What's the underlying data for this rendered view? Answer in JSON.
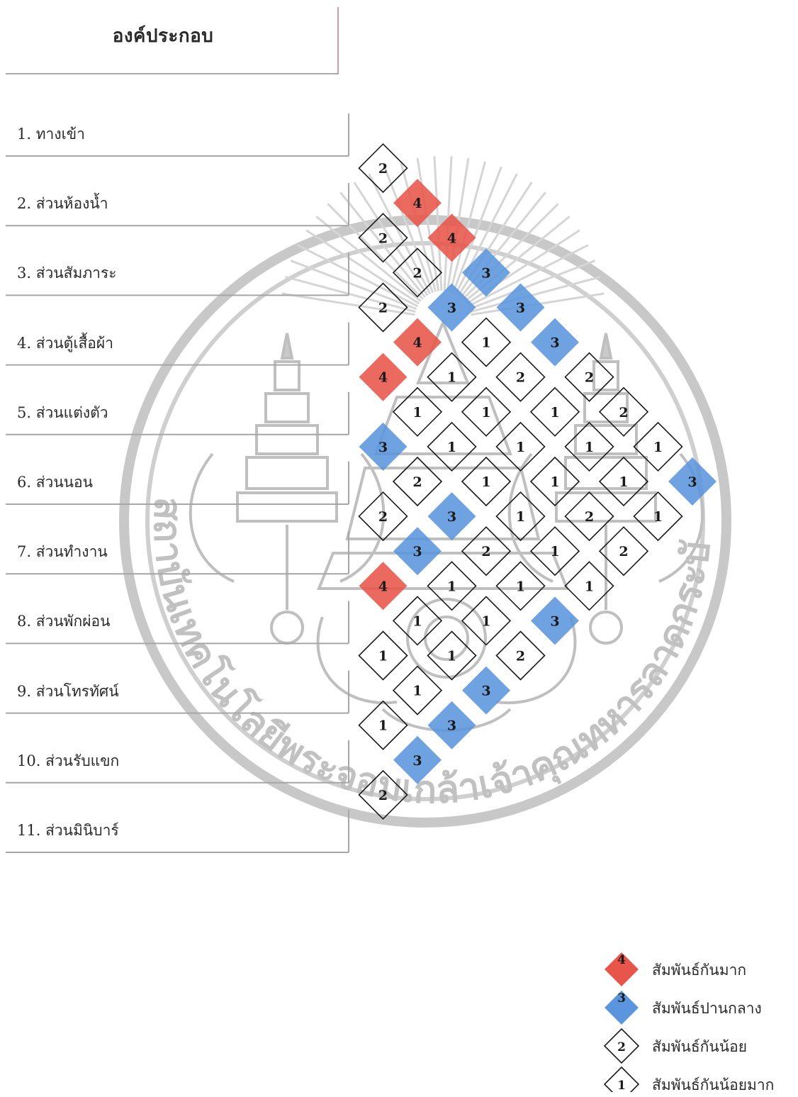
{
  "header": {
    "title": "องค์ประกอบ"
  },
  "components": [
    "1. ทางเข้า",
    "2. ส่วนห้องน้ำ",
    "3. ส่วนสัมภาระ",
    "4. ส่วนตู้เสื้อผ้า",
    "5. ส่วนแต่งตัว",
    "6. ส่วนนอน",
    "7. ส่วนทำงาน",
    "8. ส่วนพักผ่อน",
    "9. ส่วนโทรทัศน์",
    "10. ส่วนรับแขก",
    "11. ส่วนมินิบาร์"
  ],
  "matrix": [
    [
      2
    ],
    [
      4,
      2
    ],
    [
      4,
      2,
      2
    ],
    [
      3,
      3,
      4,
      4
    ],
    [
      3,
      1,
      1,
      1,
      3
    ],
    [
      3,
      2,
      1,
      1,
      2,
      2
    ],
    [
      2,
      1,
      1,
      1,
      3,
      3,
      4
    ],
    [
      2,
      1,
      1,
      1,
      2,
      1,
      1,
      1
    ],
    [
      1,
      1,
      2,
      1,
      1,
      1,
      1,
      1,
      1
    ],
    [
      3,
      1,
      2,
      1,
      3,
      2,
      3,
      3,
      3,
      2
    ]
  ],
  "legend": [
    {
      "value": 4,
      "label": "สัมพันธ์กันมาก",
      "style": "filled",
      "color": "#e8554a"
    },
    {
      "value": 3,
      "label": "สัมพันธ์ปานกลาง",
      "style": "filled",
      "color": "#5a95dd"
    },
    {
      "value": 2,
      "label": "สัมพันธ์กันน้อย",
      "style": "outline",
      "color": "#ffffff"
    },
    {
      "value": 1,
      "label": "สัมพันธ์กันน้อยมาก",
      "style": "outline",
      "color": "#ffffff"
    }
  ],
  "watermark": {
    "text": "สถาบันเทคโนโลยีพระจอมเกล้าเจ้าคุณทหารลาดกระบัง"
  }
}
